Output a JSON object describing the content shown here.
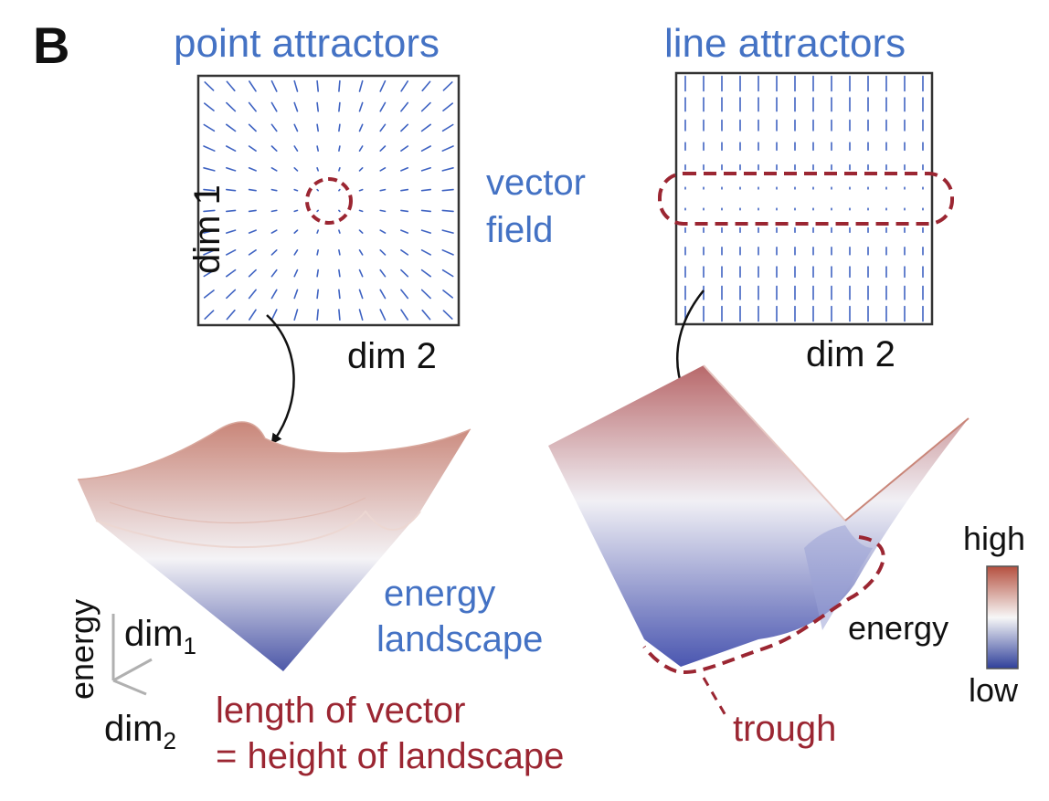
{
  "panel_label": "B",
  "colors": {
    "title_blue": "#4472c4",
    "annotation_red": "#9b2632",
    "arrow_blue": "#3f63c2",
    "energy_high": "#b5503f",
    "energy_mid": "#f7f7f7",
    "energy_low": "#2f3f9a"
  },
  "left": {
    "title": "point attractors",
    "axis_y": "dim 1",
    "axis_x": "dim 2",
    "field_label_line1": "vector",
    "field_label_line2": "field",
    "landscape_label_line1": "energy",
    "landscape_label_line2": "landscape",
    "axes_energy": "energy",
    "axes_dim1_base": "dim",
    "axes_dim1_sub": "1",
    "axes_dim2_base": "dim",
    "axes_dim2_sub": "2",
    "note_line1": "length of vector",
    "note_line2": "= height of landscape"
  },
  "right": {
    "title": "line attractors",
    "axis_x": "dim 2",
    "trough_label": "trough",
    "colorbar_high": "high",
    "colorbar_label": "energy",
    "colorbar_low": "low"
  }
}
